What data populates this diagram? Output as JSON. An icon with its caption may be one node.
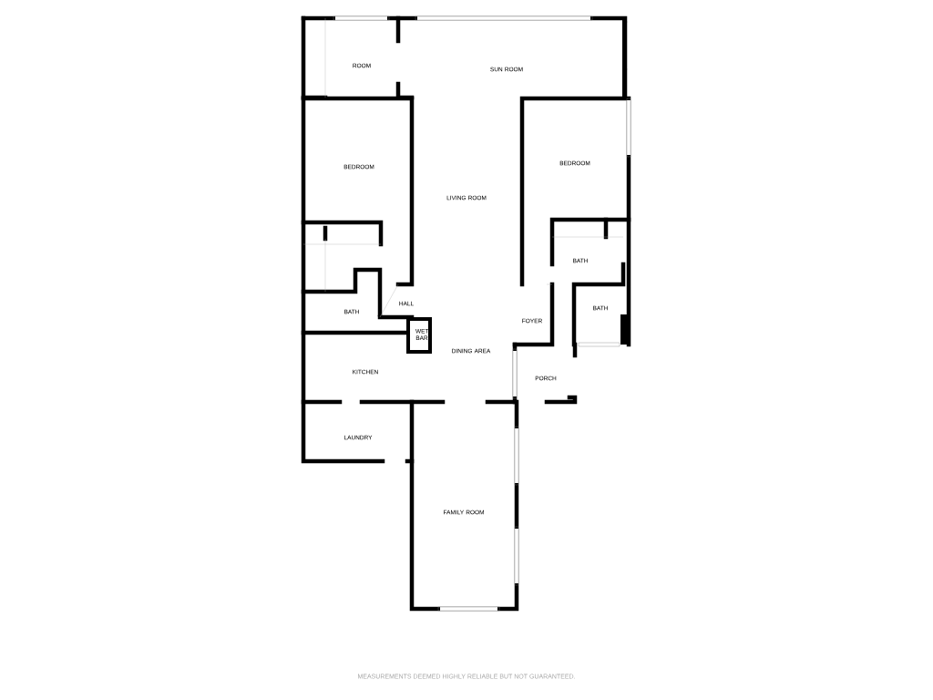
{
  "diagram": {
    "labels": [
      "ROOM",
      "SUN ROOM",
      "BEDROOM",
      "LIVING ROOM",
      "BEDROOM",
      "BATH",
      "HALL",
      "BATH",
      "FOYER",
      "BATH",
      "WET BAR",
      "DINING AREA",
      "KITCHEN",
      "PORCH",
      "LAUNDRY",
      "FAMILY ROOM"
    ],
    "caption": "MEASUREMENTS DEEMED HIGHLY RELIABLE BUT NOT GUARANTEED."
  }
}
